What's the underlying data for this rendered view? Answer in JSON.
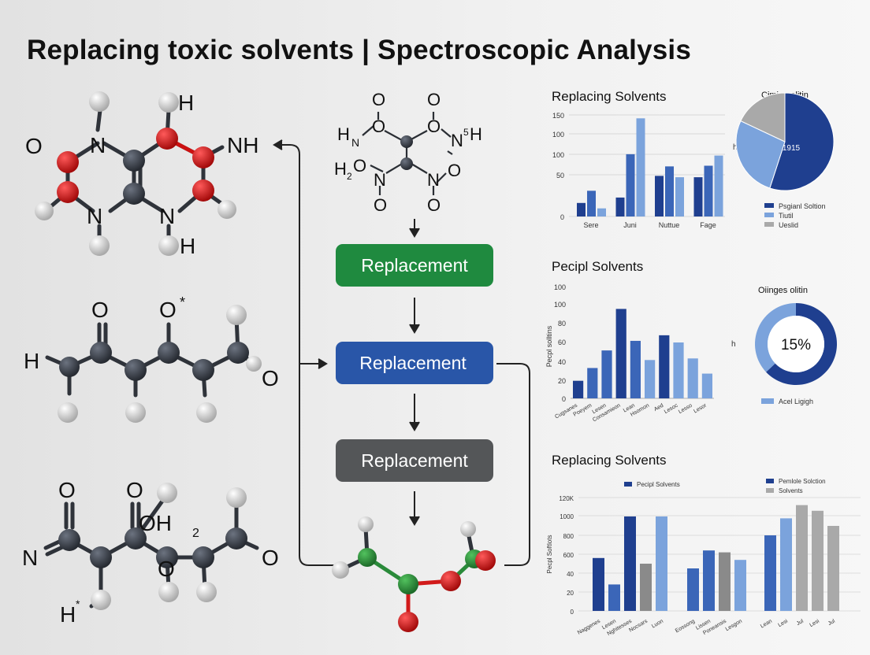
{
  "title": "Replacing toxic solvents | Spectroscopic Analysis",
  "colors": {
    "carbon": "#3a3f4a",
    "oxygen": "#d11a1a",
    "hydrogen": "#d3d3d3",
    "green_atom": "#2a8a3a",
    "dark_blue": "#1f3f8f",
    "mid_blue": "#3b66b8",
    "light_blue": "#7ba3dc",
    "gray": "#8a8a8a",
    "btn_green": "#1f8a3f",
    "btn_blue": "#2956a8",
    "btn_gray": "#545658"
  },
  "molecules": {
    "m1": {
      "o_left": "O",
      "n_top": "N",
      "h_top": "H",
      "nh": "NH",
      "n_bl": "N",
      "n_br": "N",
      "h_bottom": "H"
    },
    "m2": {
      "o1": "O",
      "o2": "O",
      "star": "*",
      "h": "H",
      "o3": "O"
    },
    "m3": {
      "o1": "O",
      "o2": "O",
      "oh2": "OH",
      "sub2": "2",
      "n": "N",
      "o_mid": "O",
      "o_right": "O",
      "h": "H",
      "star": "*"
    },
    "mc": {
      "o_a": "O",
      "o_b": "O",
      "h_n": "H",
      "n_sub": "N",
      "o_l": "O",
      "o_r": "O",
      "n_r": "N",
      "five": "5",
      "h_r": "H",
      "h2": "H",
      "h2_sub": "2",
      "o_bl": "O",
      "n_bl": "N",
      "n_br": "N",
      "o_br": "O",
      "o_bl2": "O",
      "o_br2": "O"
    }
  },
  "flow": {
    "steps": [
      "Replacement",
      "Replacement",
      "Replacement"
    ]
  },
  "chart_data": [
    {
      "type": "bar",
      "title": "Replacing Solvents",
      "categories": [
        "Sere",
        "Juni",
        "Nuttue",
        "Fage"
      ],
      "ylim": [
        0,
        150
      ],
      "yticks": [
        "0",
        "50",
        "100",
        "100",
        "150"
      ],
      "series": [
        {
          "values": [
            20,
            28,
            60,
            58
          ]
        },
        {
          "values": [
            38,
            92,
            74,
            75
          ]
        },
        {
          "values": [
            12,
            145,
            58,
            90
          ]
        }
      ]
    },
    {
      "type": "pie",
      "title": "Ciming olitin",
      "center_label": "1915",
      "side_label": "h",
      "slices": [
        {
          "value": 55
        },
        {
          "value": 27
        },
        {
          "value": 18
        }
      ],
      "legend": [
        "Psgianl Soltion",
        "Tiutil",
        "Ueslid"
      ]
    },
    {
      "type": "bar",
      "title": "Pecipl Solvents",
      "ylabel": "Pecpl solltins",
      "categories": [
        "Cugsanes",
        "Poeyem",
        "Lesen",
        "Consamieon",
        "Lean",
        "Hsomon",
        "Aed",
        "Lesoc",
        "Lesso",
        "Lesor"
      ],
      "ylim": [
        0,
        140
      ],
      "yticks": [
        "0",
        "20",
        "40",
        "60",
        "80",
        "100",
        "100"
      ],
      "values": [
        22,
        38,
        60,
        112,
        72,
        48,
        79,
        70,
        50,
        31
      ]
    },
    {
      "type": "pie",
      "title": "Oiinges olitin",
      "center_label": "15%",
      "side_label": "h",
      "slices": [
        {
          "value": 63
        },
        {
          "value": 37
        }
      ],
      "legend": [
        "Acel Ligigh"
      ]
    },
    {
      "type": "bar",
      "title": "Replacing Solvents",
      "ylabel": "Pecpl Softlots",
      "legend": [
        "Pecipl Solvents",
        "Pemlole Solction",
        "Solvents"
      ],
      "yticks": [
        "0",
        "20",
        "40",
        "600",
        "800",
        "1000",
        "120K"
      ],
      "ylim": [
        0,
        1200
      ],
      "categories": [
        "Naggenes",
        "Lesen",
        "Nghitesses",
        "Nocsars",
        "Luon",
        "Eossong",
        "Lissen",
        "Poneansis",
        "Lesgon",
        "Lean",
        "Lesi",
        "Jul",
        "Lesi",
        "Jul"
      ],
      "values": [
        560,
        280,
        1000,
        500,
        1000,
        450,
        640,
        620,
        540,
        800,
        980,
        1120,
        1060,
        900
      ]
    }
  ]
}
